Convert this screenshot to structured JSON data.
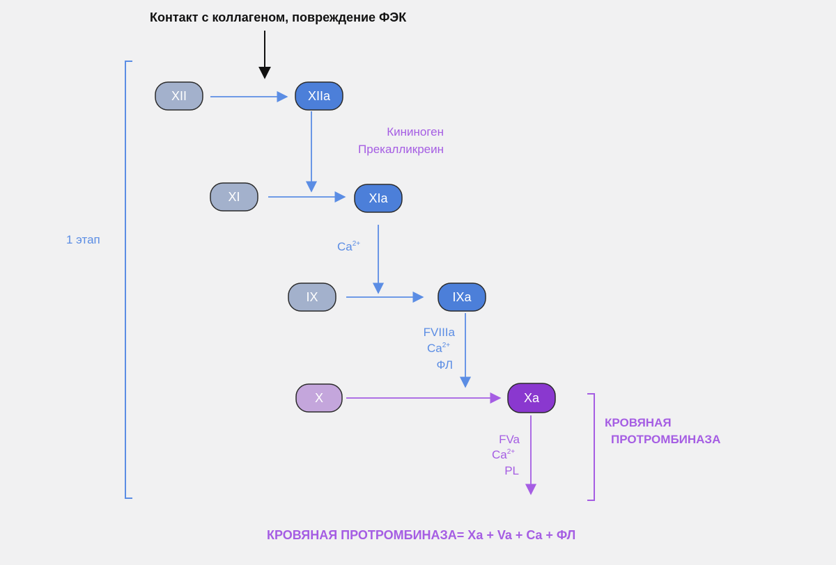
{
  "header": {
    "trigger": "Контакт с коллагеном, повреждение ФЭК"
  },
  "stage_label": "1 этап",
  "nodes": {
    "XII": "XII",
    "XIIa": "XIIa",
    "XI": "XI",
    "XIa": "XIa",
    "IX": "IX",
    "IXa": "IXa",
    "X": "X",
    "Xa": "Xa"
  },
  "cofactors": {
    "kininogen": "Кининоген",
    "prekallikrein": "Прекалликреин",
    "ca_1": "Ca",
    "ca_1_sup": "2+",
    "fviiia": "FVIIIa",
    "ca_2": "Ca",
    "ca_2_sup": "2+",
    "fl": "ФЛ",
    "fva": "FVa",
    "ca_3": "Ca",
    "ca_3_sup": "2+",
    "pl": "PL"
  },
  "prothrombinase": {
    "line1": "КРОВЯНАЯ",
    "line2": "ПРОТРОМБИНАЗА"
  },
  "formula": "КРОВЯНАЯ ПРОТРОМБИНАЗА= Xa + Va + Ca + ФЛ",
  "colors": {
    "inactive_blue": "#a3b1cc",
    "active_blue": "#4c7fd9",
    "inactive_purple": "#c4a6dc",
    "active_purple": "#8a38cf",
    "blue_line": "#5b8de4",
    "purple_line": "#a55de3",
    "text_black": "#111111"
  }
}
